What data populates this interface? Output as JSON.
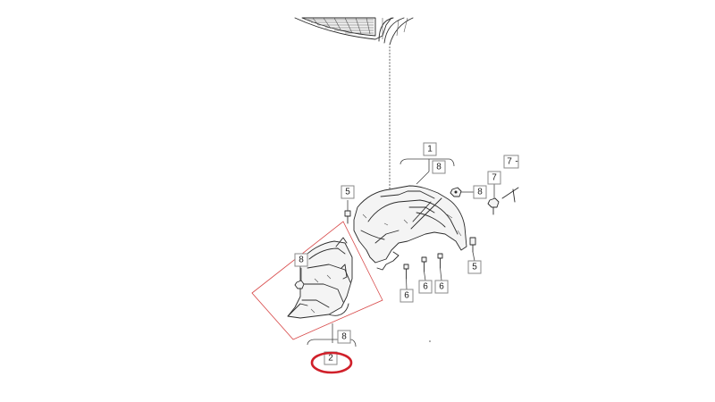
{
  "diagram": {
    "callouts": {
      "c1": "1",
      "c2": "2",
      "c5a": "5",
      "c5b": "5",
      "c6a": "6",
      "c6b": "6",
      "c6c": "6",
      "c7a": "7",
      "c7b": "7",
      "c7b_suffix": "-",
      "c8a": "8",
      "c8b": "8",
      "c8c": "8",
      "c8d": "8"
    },
    "highlight": {
      "target_callout": "2",
      "color": "#d0202a"
    },
    "section_outline_color": "#d84a4a",
    "line_color": "#2b2b2b"
  }
}
